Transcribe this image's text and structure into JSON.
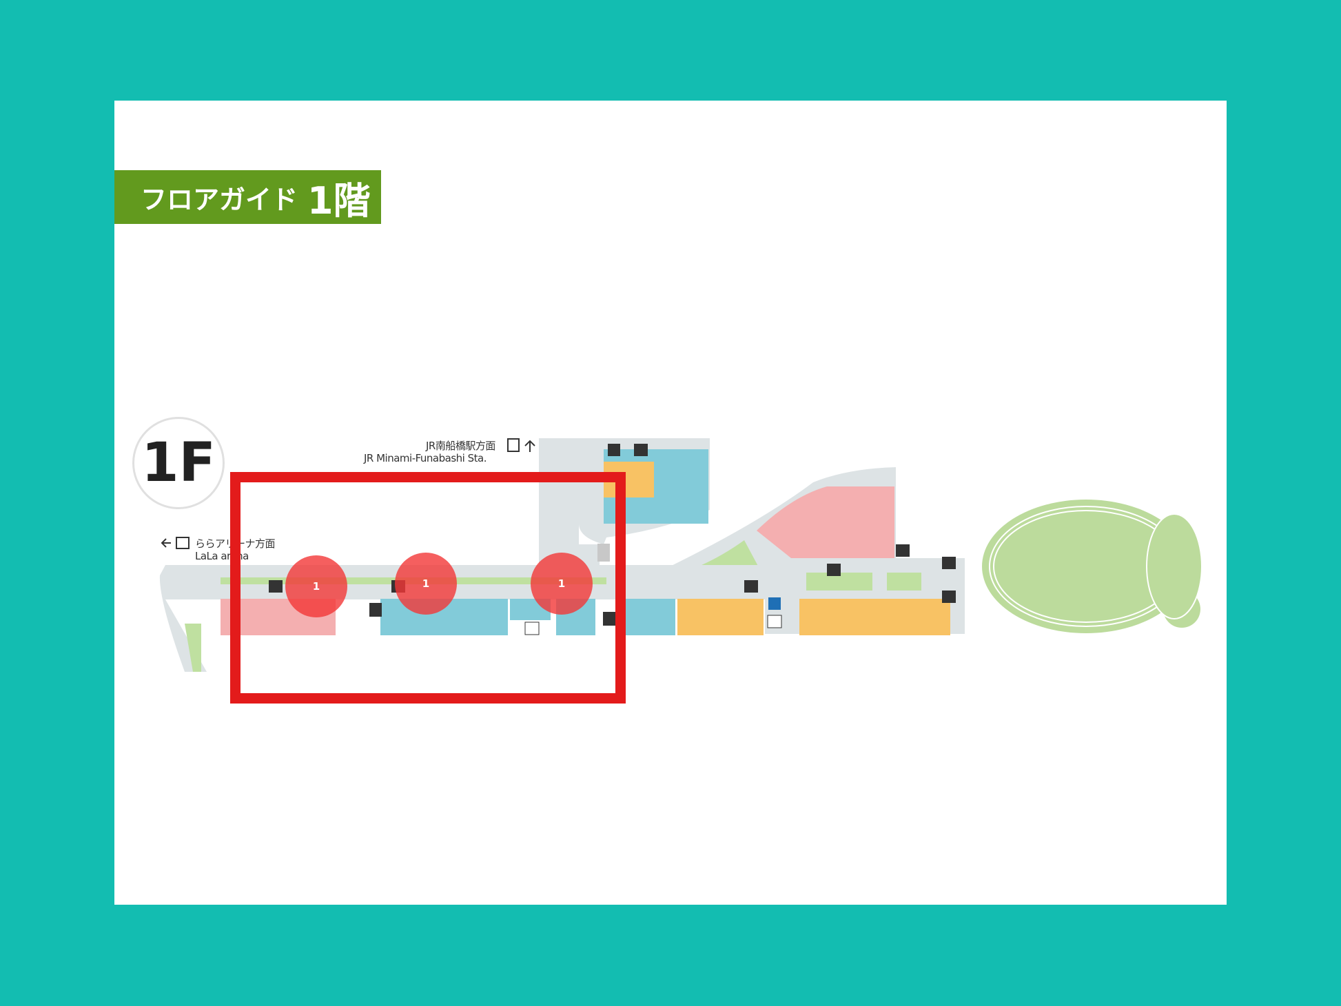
{
  "banner": {
    "title": "フロアガイド",
    "floor": "1階"
  },
  "floor_badge": "1F",
  "labels": {
    "jr_jp": "JR南船橋駅方面",
    "jr_en": "JR Minami-Funabashi Sta.",
    "arena_jp": "ららアリーナ方面",
    "arena_en": "LaLa arena"
  },
  "markers": [
    {
      "label": "1"
    },
    {
      "label": "1"
    },
    {
      "label": "1"
    }
  ],
  "colors": {
    "background": "#13bdb1",
    "banner": "#629a1e",
    "highlight": "#e31b1b",
    "marker": "#f23737"
  }
}
